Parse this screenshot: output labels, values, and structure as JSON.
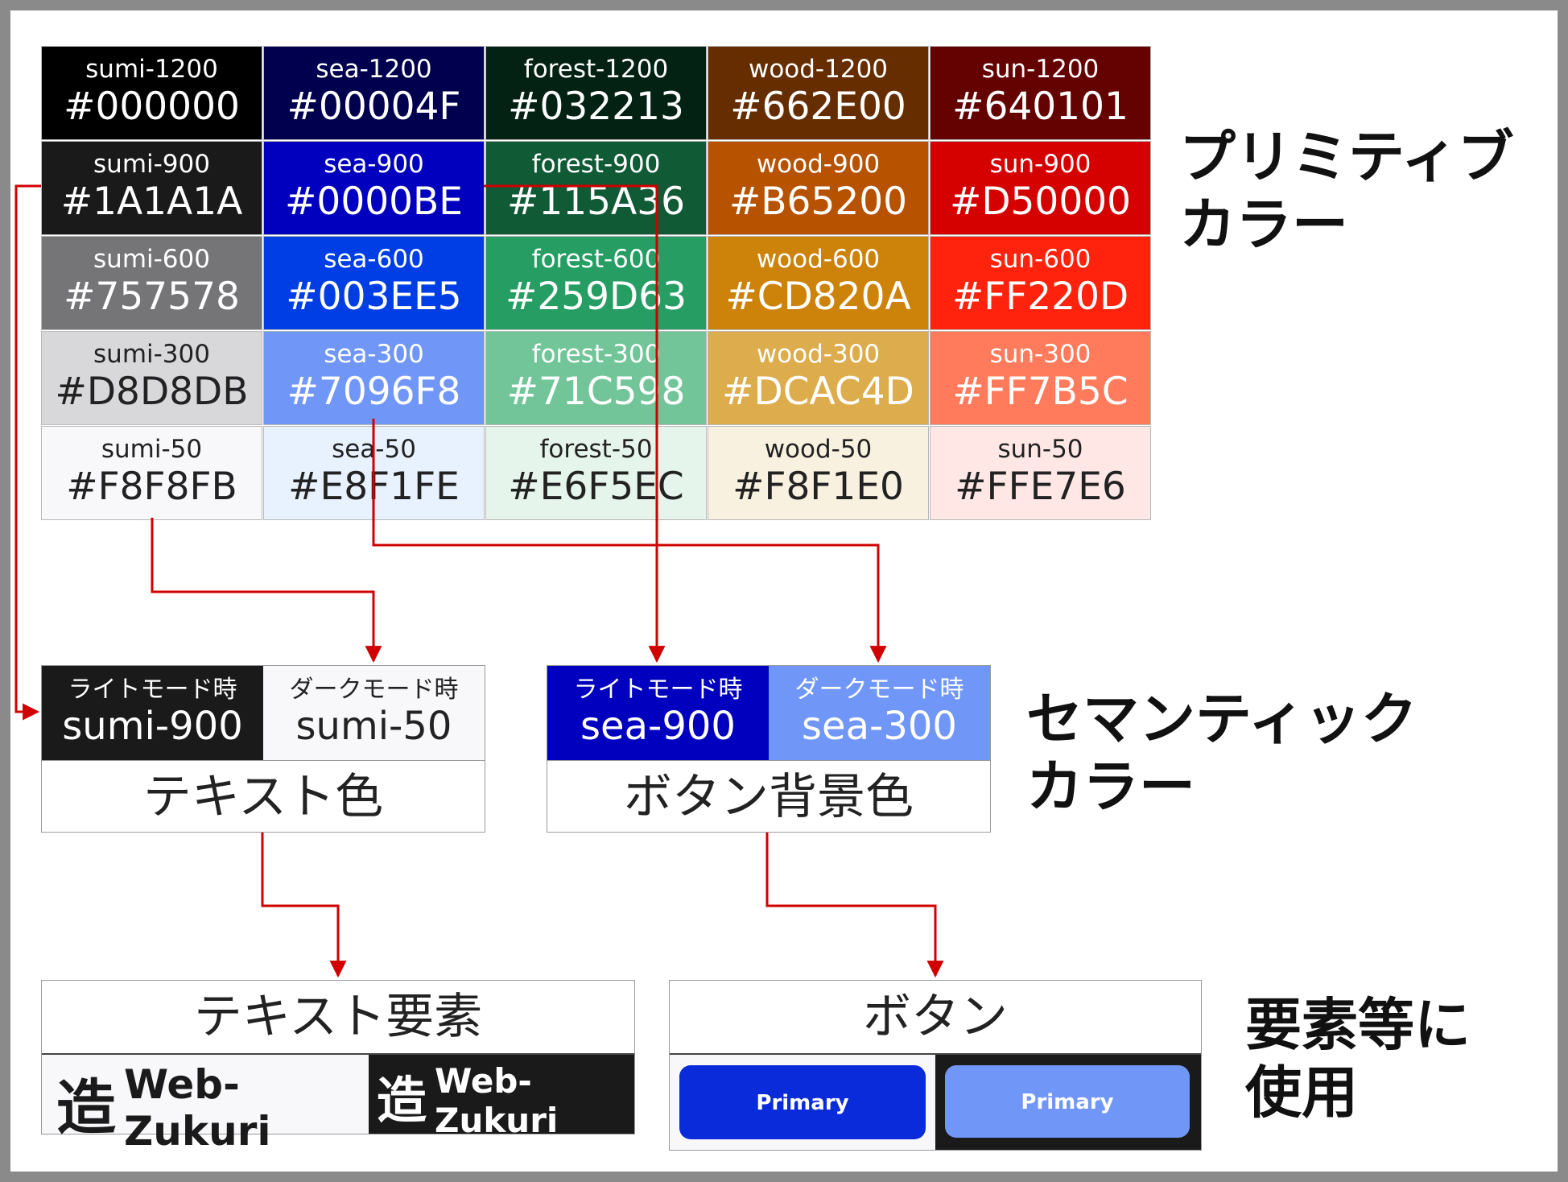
{
  "palette": {
    "rows": [
      [
        {
          "name": "sumi-1200",
          "hex": "#000000",
          "bg": "#000000",
          "fg": "#ffffff"
        },
        {
          "name": "sea-1200",
          "hex": "#00004F",
          "bg": "#00004F",
          "fg": "#ffffff"
        },
        {
          "name": "forest-1200",
          "hex": "#032213",
          "bg": "#032213",
          "fg": "#ffffff"
        },
        {
          "name": "wood-1200",
          "hex": "#662E00",
          "bg": "#662E00",
          "fg": "#ffffff"
        },
        {
          "name": "sun-1200",
          "hex": "#640101",
          "bg": "#640101",
          "fg": "#ffffff"
        }
      ],
      [
        {
          "name": "sumi-900",
          "hex": "#1A1A1A",
          "bg": "#1A1A1A",
          "fg": "#ffffff"
        },
        {
          "name": "sea-900",
          "hex": "#0000BE",
          "bg": "#0000BE",
          "fg": "#ffffff"
        },
        {
          "name": "forest-900",
          "hex": "#115A36",
          "bg": "#115A36",
          "fg": "#ffffff"
        },
        {
          "name": "wood-900",
          "hex": "#B65200",
          "bg": "#B65200",
          "fg": "#ffffff"
        },
        {
          "name": "sun-900",
          "hex": "#D50000",
          "bg": "#D50000",
          "fg": "#ffffff"
        }
      ],
      [
        {
          "name": "sumi-600",
          "hex": "#757578",
          "bg": "#757578",
          "fg": "#ffffff"
        },
        {
          "name": "sea-600",
          "hex": "#003EE5",
          "bg": "#003EE5",
          "fg": "#ffffff"
        },
        {
          "name": "forest-600",
          "hex": "#259D63",
          "bg": "#259D63",
          "fg": "#ffffff"
        },
        {
          "name": "wood-600",
          "hex": "#CD820A",
          "bg": "#CD820A",
          "fg": "#ffffff"
        },
        {
          "name": "sun-600",
          "hex": "#FF220D",
          "bg": "#FF220D",
          "fg": "#ffffff"
        }
      ],
      [
        {
          "name": "sumi-300",
          "hex": "#D8D8DB",
          "bg": "#D8D8DB",
          "fg": "#222222"
        },
        {
          "name": "sea-300",
          "hex": "#7096F8",
          "bg": "#7096F8",
          "fg": "#ffffff"
        },
        {
          "name": "forest-300",
          "hex": "#71C598",
          "bg": "#71C598",
          "fg": "#ffffff"
        },
        {
          "name": "wood-300",
          "hex": "#DCAC4D",
          "bg": "#DCAC4D",
          "fg": "#ffffff"
        },
        {
          "name": "sun-300",
          "hex": "#FF7B5C",
          "bg": "#FF7B5C",
          "fg": "#ffffff"
        }
      ],
      [
        {
          "name": "sumi-50",
          "hex": "#F8F8FB",
          "bg": "#F8F8FB",
          "fg": "#222222"
        },
        {
          "name": "sea-50",
          "hex": "#E8F1FE",
          "bg": "#E8F1FE",
          "fg": "#222222"
        },
        {
          "name": "forest-50",
          "hex": "#E6F5EC",
          "bg": "#E6F5EC",
          "fg": "#222222"
        },
        {
          "name": "wood-50",
          "hex": "#F8F1E0",
          "bg": "#F8F1E0",
          "fg": "#222222"
        },
        {
          "name": "sun-50",
          "hex": "#FFE7E6",
          "bg": "#FFE7E6",
          "fg": "#222222"
        }
      ]
    ]
  },
  "titles": {
    "primitive": [
      "プリミティブ",
      "カラー"
    ],
    "semantic": [
      "セマンティック",
      "カラー"
    ],
    "usage": [
      "要素等に",
      "使用"
    ]
  },
  "semantic_text": {
    "light_mode": "ライトモード時",
    "dark_mode": "ダークモード時",
    "light_token": "sumi-900",
    "dark_token": "sumi-50",
    "label": "テキスト色",
    "light_bg": "#1A1A1A",
    "dark_bg": "#F8F8FB",
    "light_fg": "#ffffff",
    "dark_fg": "#222222"
  },
  "semantic_button": {
    "light_mode": "ライトモード時",
    "dark_mode": "ダークモード時",
    "light_token": "sea-900",
    "dark_token": "sea-300",
    "label": "ボタン背景色",
    "light_bg": "#0000BE",
    "dark_bg": "#7096F8",
    "light_fg": "#ffffff",
    "dark_fg": "#ffffff"
  },
  "usage_text": {
    "title": "テキスト要素",
    "logo_kanji": "造",
    "logo_word": "Web-Zukuri"
  },
  "usage_button": {
    "title": "ボタン",
    "label": "Primary"
  },
  "colors": {
    "arrow": "#D00000",
    "sumi_50": "#F8F8FB",
    "sumi_900": "#1A1A1A",
    "sea_900": "#0000BE",
    "sea_600": "#0A2BD9",
    "sea_300": "#7096F8"
  }
}
